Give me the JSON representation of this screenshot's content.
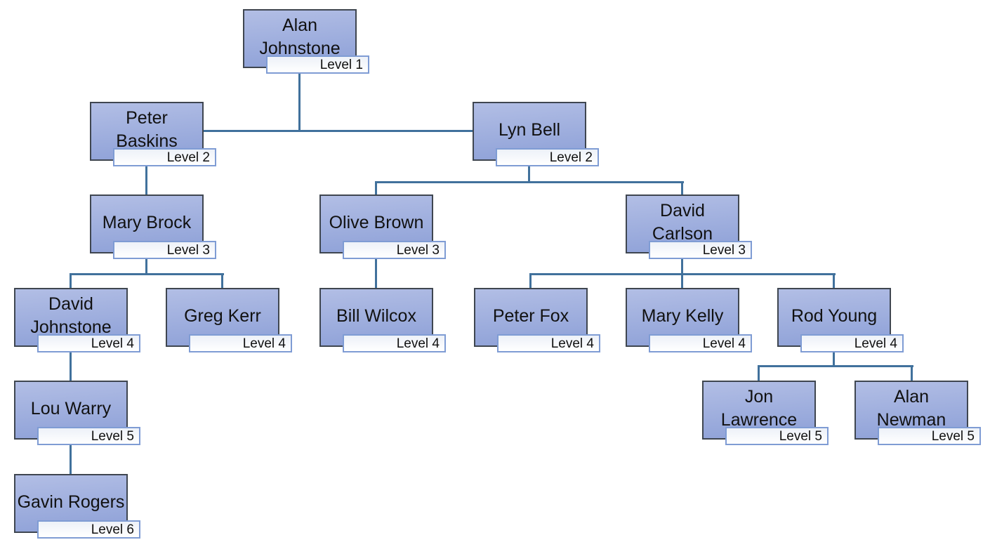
{
  "diagram_type": "org-chart",
  "colors": {
    "background": "#ffffff",
    "node_fill_top": "#b2bee5",
    "node_fill_bottom": "#8da0d7",
    "node_border": "#3f4650",
    "label_fill_top": "#edf1f8",
    "label_fill_bottom": "#ffffff",
    "label_border": "#7f9cd4",
    "connector": "#41719c",
    "text": "#111111"
  },
  "nodes": [
    {
      "id": "alan-johnstone",
      "name": "Alan\nJohnstone",
      "level": 1,
      "level_label": "Level 1",
      "reports_to": null
    },
    {
      "id": "peter-baskins",
      "name": "Peter\nBaskins",
      "level": 2,
      "level_label": "Level 2",
      "reports_to": "Alan Johnstone"
    },
    {
      "id": "lyn-bell",
      "name": "Lyn Bell",
      "level": 2,
      "level_label": "Level 2",
      "reports_to": "Alan Johnstone"
    },
    {
      "id": "mary-brock",
      "name": "Mary Brock",
      "level": 3,
      "level_label": "Level 3",
      "reports_to": "Peter Baskins"
    },
    {
      "id": "olive-brown",
      "name": "Olive Brown",
      "level": 3,
      "level_label": "Level 3",
      "reports_to": "Lyn Bell"
    },
    {
      "id": "david-carlson",
      "name": "David\nCarlson",
      "level": 3,
      "level_label": "Level 3",
      "reports_to": "Lyn Bell"
    },
    {
      "id": "david-johnstone",
      "name": "David\nJohnstone",
      "level": 4,
      "level_label": "Level 4",
      "reports_to": "Mary Brock"
    },
    {
      "id": "greg-kerr",
      "name": "Greg Kerr",
      "level": 4,
      "level_label": "Level 4",
      "reports_to": "Mary Brock"
    },
    {
      "id": "bill-wilcox",
      "name": "Bill Wilcox",
      "level": 4,
      "level_label": "Level 4",
      "reports_to": "Olive Brown"
    },
    {
      "id": "peter-fox",
      "name": "Peter Fox",
      "level": 4,
      "level_label": "Level 4",
      "reports_to": "David Carlson"
    },
    {
      "id": "mary-kelly",
      "name": "Mary Kelly",
      "level": 4,
      "level_label": "Level 4",
      "reports_to": "David Carlson"
    },
    {
      "id": "rod-young",
      "name": "Rod Young",
      "level": 4,
      "level_label": "Level 4",
      "reports_to": "David Carlson"
    },
    {
      "id": "lou-warry",
      "name": "Lou Warry",
      "level": 5,
      "level_label": "Level 5",
      "reports_to": "David Johnstone"
    },
    {
      "id": "jon-lawrence",
      "name": "Jon\nLawrence",
      "level": 5,
      "level_label": "Level 5",
      "reports_to": "Rod Young"
    },
    {
      "id": "alan-newman",
      "name": "Alan\nNewman",
      "level": 5,
      "level_label": "Level 5",
      "reports_to": "Rod Young"
    },
    {
      "id": "gavin-rogers",
      "name": "Gavin Rogers",
      "level": 6,
      "level_label": "Level 6",
      "reports_to": "Lou Warry"
    }
  ]
}
